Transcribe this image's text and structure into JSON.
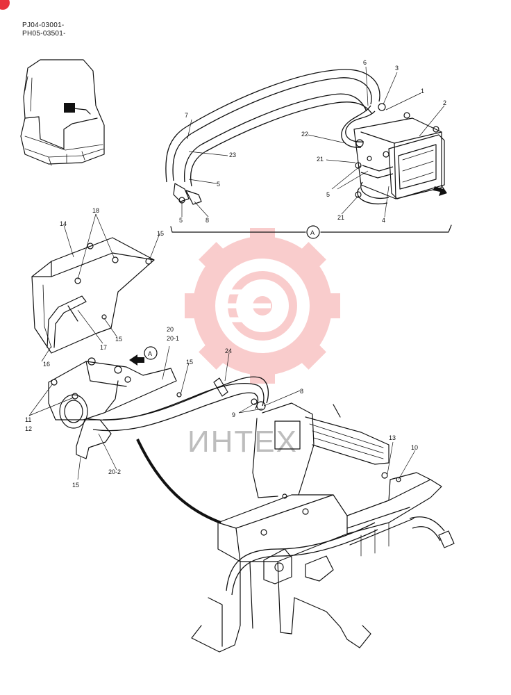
{
  "serials": [
    "PJ04-03001-",
    "PH05-03501-"
  ],
  "view_label": "A",
  "arrow_label": "A",
  "watermark": "ИНТЕХ",
  "colors": {
    "badge": "#e8323c",
    "watermark_gear": "#f5a3a3",
    "watermark_text": "#bdbdbd",
    "ink": "#111111"
  },
  "callouts": {
    "c1": "1",
    "c2": "2",
    "c3": "3",
    "c4": "4",
    "c5a": "5",
    "c5b": "5",
    "c5c": "5",
    "c6": "6",
    "c7": "7",
    "c8a": "8",
    "c8b": "8",
    "c9": "9",
    "c10": "10",
    "c11": "11",
    "c12": "12",
    "c13": "13",
    "c14": "14",
    "c15a": "15",
    "c15b": "15",
    "c15c": "15",
    "c15d": "15",
    "c16": "16",
    "c17": "17",
    "c18": "18",
    "c20": "20",
    "c20_1": "20-1",
    "c20_2": "20-2",
    "c21a": "21",
    "c21b": "21",
    "c22": "22",
    "c23": "23",
    "c24": "24"
  }
}
